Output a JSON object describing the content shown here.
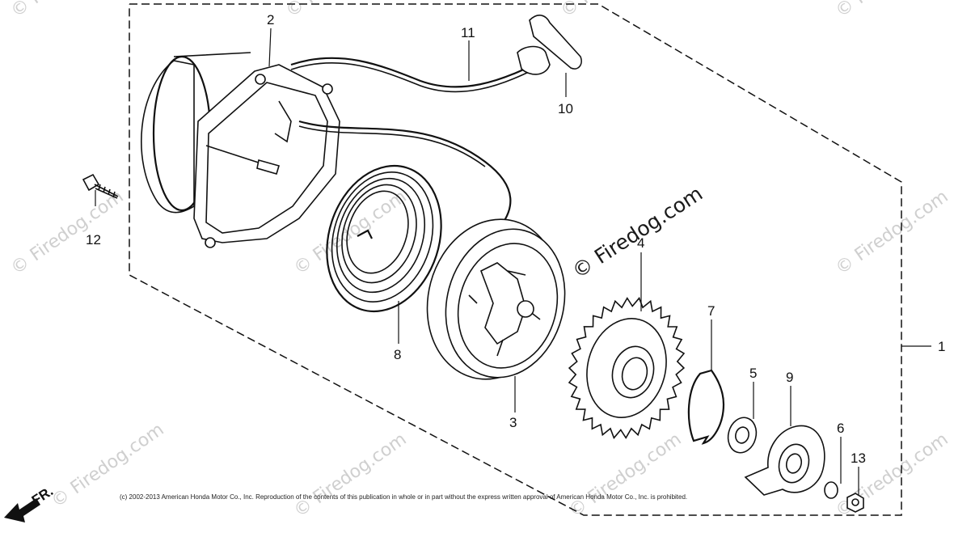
{
  "callouts": {
    "c1": "1",
    "c2": "2",
    "c3": "3",
    "c4": "4",
    "c5": "5",
    "c6": "6",
    "c7": "7",
    "c8": "8",
    "c9": "9",
    "c10": "10",
    "c11": "11",
    "c12": "12",
    "c13": "13"
  },
  "watermark": {
    "main": "© Firedog.com",
    "faint": "© Firedog.com"
  },
  "copyright": "(c) 2002-2013 American Honda Motor Co., Inc. Reproduction of the contents of this publication in whole or in part without the express written approval of American Honda Motor Co., Inc. is prohibited.",
  "front_label": "FR.",
  "colors": {
    "line": "#111111",
    "watermark": "#cfcfcf",
    "background": "#ffffff"
  }
}
